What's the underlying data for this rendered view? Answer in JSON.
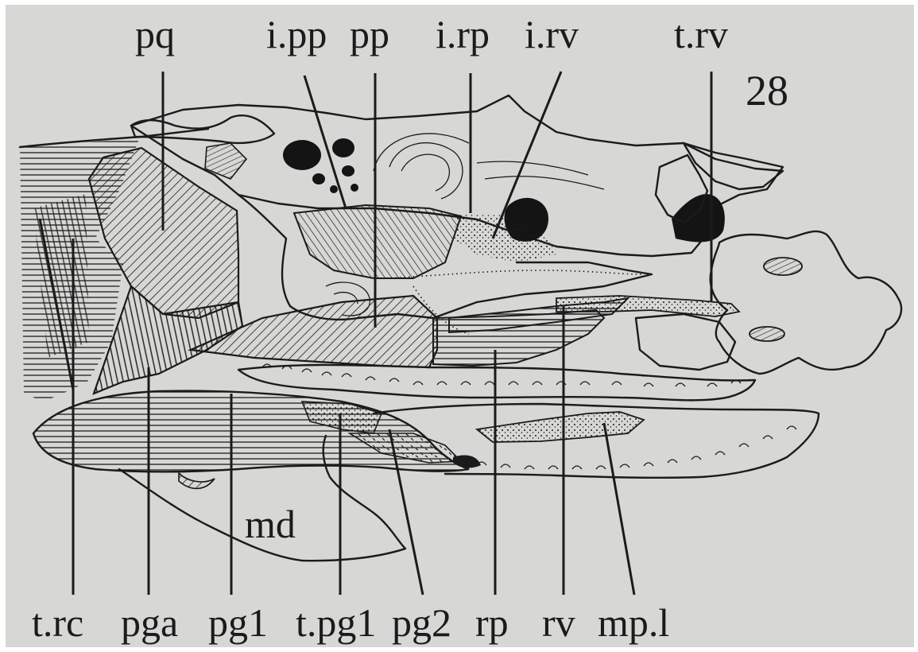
{
  "figure": {
    "number": "28",
    "colors": {
      "background": "#d7d7d5",
      "ink": "#1b1b1b",
      "border": "#ffffff"
    },
    "top_labels": {
      "pq": "pq",
      "i_pp": "i.pp",
      "pp": "pp",
      "i_rp": "i.rp",
      "i_rv": "i.rv",
      "t_rv": "t.rv"
    },
    "inner_labels": {
      "md": "md"
    },
    "bottom_labels": {
      "t_rc": "t.rc",
      "pga": "pga",
      "pg1": "pg1",
      "t_pg1": "t.pg1",
      "pg2": "pg2",
      "rp": "rp",
      "rv": "rv",
      "mp_l": "mp.l"
    }
  }
}
